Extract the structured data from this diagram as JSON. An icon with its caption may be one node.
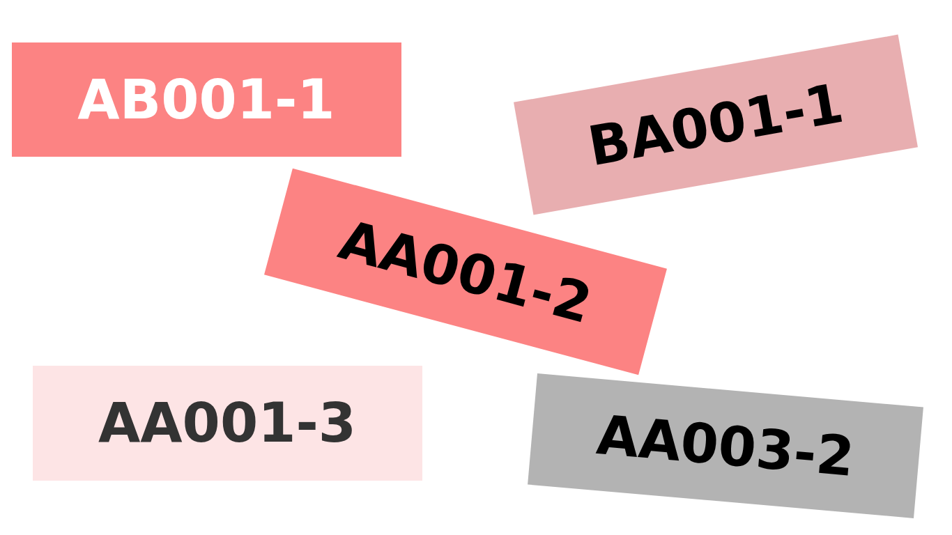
{
  "diagram": {
    "nodes": [
      {
        "text": [
          "AB001-1"
        ]
      },
      {
        "text": [
          "BA001-1"
        ]
      },
      {
        "text": [
          "AA001-2"
        ]
      },
      {
        "text": [
          "AA001-3"
        ]
      },
      {
        "text": [
          "AA003-2"
        ]
      }
    ]
  }
}
